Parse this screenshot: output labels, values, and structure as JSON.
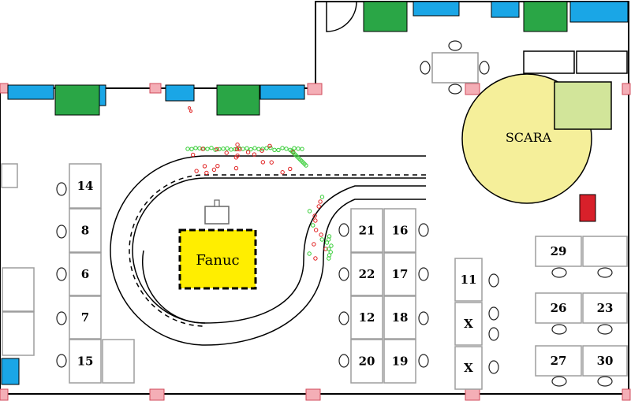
{
  "robot_labels": {
    "fanuc": "Fanuc",
    "scara": "SCARA"
  },
  "desks": [
    {
      "id": "desk-14",
      "label": "14"
    },
    {
      "id": "desk-8",
      "label": "8"
    },
    {
      "id": "desk-6",
      "label": "6"
    },
    {
      "id": "desk-7",
      "label": "7"
    },
    {
      "id": "desk-15",
      "label": "15"
    },
    {
      "id": "desk-21",
      "label": "21"
    },
    {
      "id": "desk-16",
      "label": "16"
    },
    {
      "id": "desk-22",
      "label": "22"
    },
    {
      "id": "desk-17",
      "label": "17"
    },
    {
      "id": "desk-12",
      "label": "12"
    },
    {
      "id": "desk-18",
      "label": "18"
    },
    {
      "id": "desk-20",
      "label": "20"
    },
    {
      "id": "desk-19",
      "label": "19"
    },
    {
      "id": "desk-11",
      "label": "11"
    },
    {
      "id": "desk-x1",
      "label": "X"
    },
    {
      "id": "desk-x2",
      "label": "X"
    },
    {
      "id": "desk-29",
      "label": "29"
    },
    {
      "id": "desk-26",
      "label": "26"
    },
    {
      "id": "desk-23",
      "label": "23"
    },
    {
      "id": "desk-27",
      "label": "27"
    },
    {
      "id": "desk-30",
      "label": "30"
    }
  ],
  "colors": {
    "cabinet_blue": "#1aa6e6",
    "cabinet_green": "#2aa646",
    "fanuc_yellow": "#ffee00",
    "scara_yellow": "#f5ef9a",
    "scara_base": "#d2e59a",
    "pillar_pink": "#f4aeb6",
    "red_box": "#d8202a",
    "trajectory_red": "#e02020",
    "trajectory_green": "#33cc33"
  }
}
